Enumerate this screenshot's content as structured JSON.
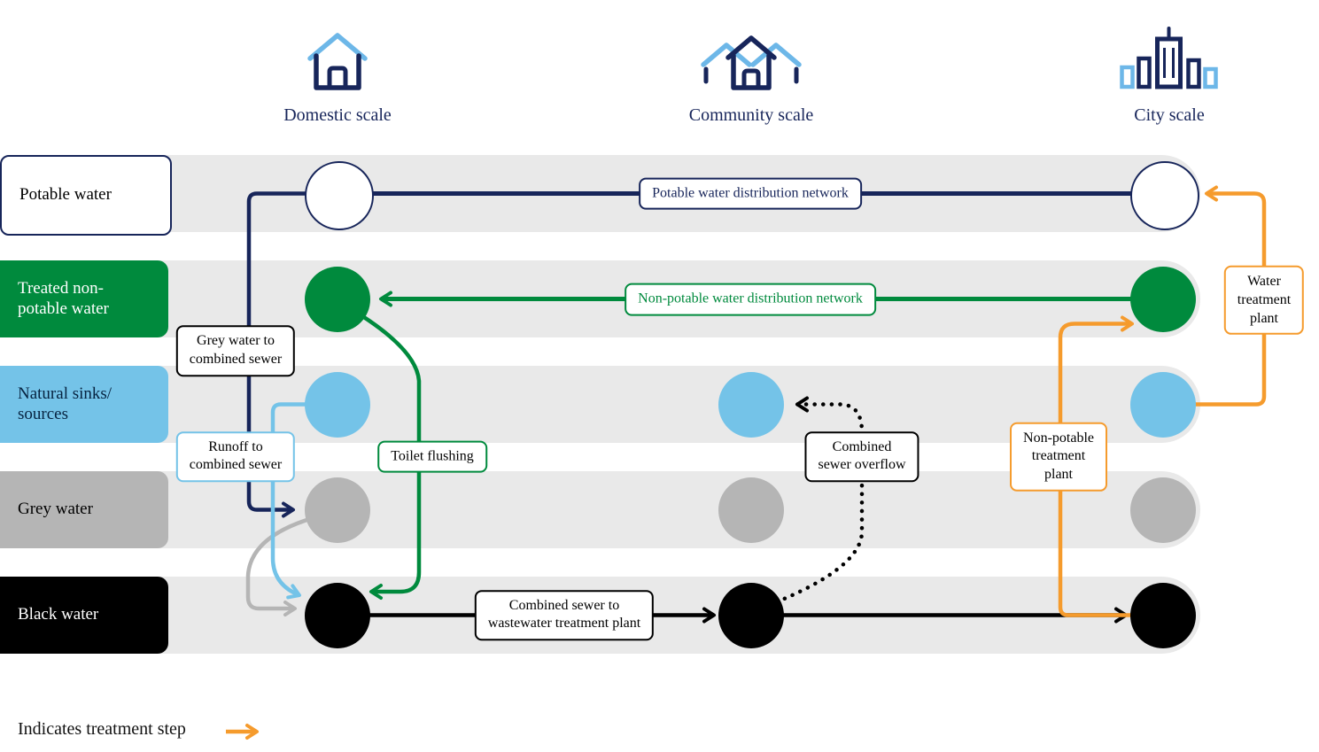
{
  "columns": [
    {
      "id": "domestic",
      "label": "Domestic scale",
      "icon": "house-icon"
    },
    {
      "id": "community",
      "label": "Community scale",
      "icon": "houses-icon"
    },
    {
      "id": "city",
      "label": "City scale",
      "icon": "city-buildings-icon"
    }
  ],
  "rows": [
    {
      "id": "potable",
      "label": "Potable water",
      "color": "#ffffff"
    },
    {
      "id": "treated_non_potable",
      "label": "Treated non-\npotable water",
      "color": "#008a3d"
    },
    {
      "id": "natural_sinks_sources",
      "label": "Natural sinks/\nsources",
      "color": "#74c3e8"
    },
    {
      "id": "grey",
      "label": "Grey water",
      "color": "#b5b5b5"
    },
    {
      "id": "black",
      "label": "Black water",
      "color": "#000000"
    }
  ],
  "nodes": [
    {
      "row": "potable",
      "scales": [
        "domestic",
        "city"
      ]
    },
    {
      "row": "treated_non_potable",
      "scales": [
        "domestic",
        "city"
      ]
    },
    {
      "row": "natural_sinks_sources",
      "scales": [
        "domestic",
        "community",
        "city"
      ]
    },
    {
      "row": "grey",
      "scales": [
        "domestic",
        "community",
        "city"
      ]
    },
    {
      "row": "black",
      "scales": [
        "domestic",
        "community",
        "city"
      ]
    }
  ],
  "flow_labels": {
    "potable_distribution": "Potable water distribution network",
    "non_potable_distribution": "Non-potable water distribution network",
    "grey_to_sewer": "Grey water to\ncombined sewer",
    "runoff_to_sewer": "Runoff to\ncombined sewer",
    "toilet_flushing": "Toilet flushing",
    "sewer_overflow": "Combined\nsewer overflow",
    "sewer_to_wwtp": "Combined sewer to\nwastewater treatment plant",
    "non_potable_plant": "Non-potable\ntreatment\nplant",
    "water_plant": "Water\ntreatment\nplant"
  },
  "legend": {
    "label": "Indicates treatment step"
  },
  "colors": {
    "navy": "#17255a",
    "green": "#008a3d",
    "light_blue": "#74c3e8",
    "grey": "#b5b5b5",
    "black": "#000000",
    "orange": "#f59b2d",
    "lane_background": "#e9e9e9"
  }
}
